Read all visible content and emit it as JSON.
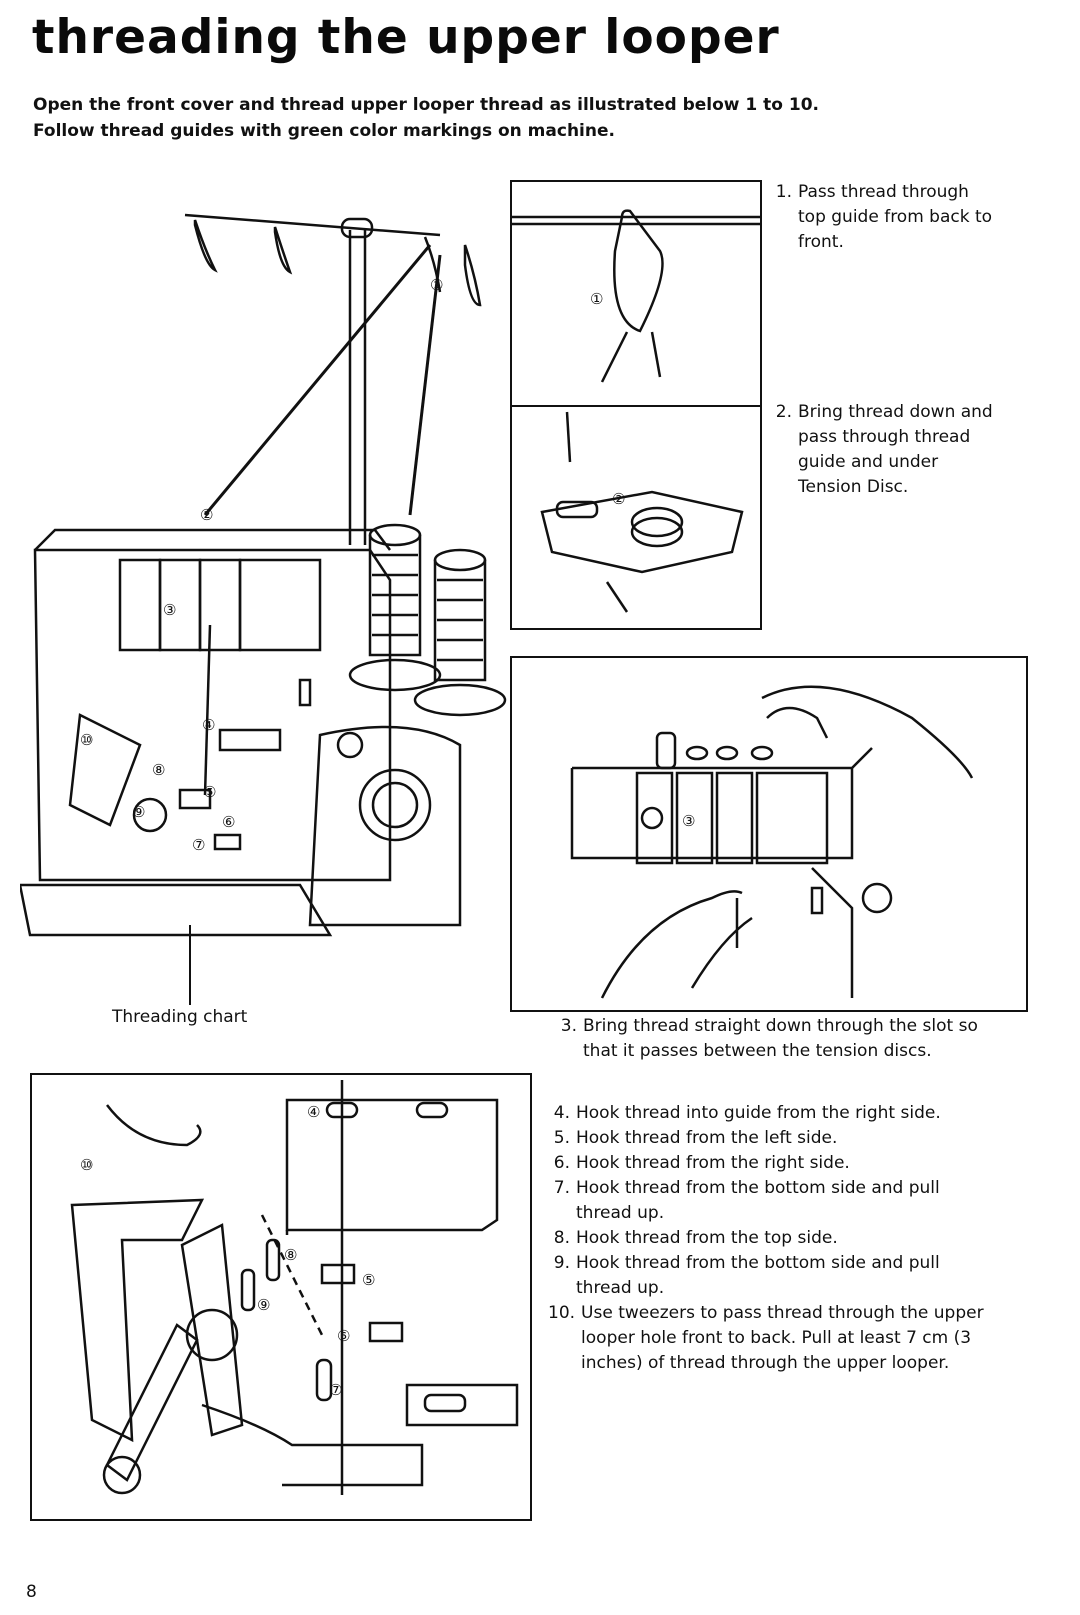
{
  "title": "threading the upper looper",
  "intro": {
    "line1": "Open the front cover and thread upper looper thread as illustrated below 1 to 10.",
    "line2": "Follow thread guides with green color markings on machine."
  },
  "steps_top": [
    {
      "num": "1.",
      "lines": [
        "Pass thread through",
        "top guide from back to",
        "front."
      ]
    },
    {
      "num": "2.",
      "lines": [
        "Bring thread down and",
        "pass through thread",
        "guide and under",
        "Tension Disc."
      ]
    }
  ],
  "step3": {
    "num": "3.",
    "lines": [
      "Bring thread straight down through the slot so",
      "that it passes between the tension discs."
    ]
  },
  "steps_bottom": [
    {
      "num": "4.",
      "lines": [
        "Hook thread into guide from the right side."
      ]
    },
    {
      "num": "5.",
      "lines": [
        "Hook thread from the left side."
      ]
    },
    {
      "num": "6.",
      "lines": [
        "Hook thread from the right side."
      ]
    },
    {
      "num": "7.",
      "lines": [
        "Hook thread from the bottom side and pull",
        "thread up."
      ]
    },
    {
      "num": "8.",
      "lines": [
        "Hook thread from the top side."
      ]
    },
    {
      "num": "9.",
      "lines": [
        "Hook thread from the bottom side and pull",
        "thread up."
      ]
    },
    {
      "num": "10.",
      "lines": [
        "Use tweezers to pass thread through the upper",
        "looper hole front to back. Pull at least 7 cm (3",
        "inches) of thread through the upper looper."
      ]
    }
  ],
  "threading_chart_caption": "Threading chart",
  "page_number": "8",
  "markers": {
    "m1": "①",
    "m2": "②",
    "m3": "③",
    "m4": "④",
    "m5": "⑤",
    "m6": "⑥",
    "m7": "⑦",
    "m8": "⑧",
    "m9": "⑨",
    "m10": "⑩"
  }
}
